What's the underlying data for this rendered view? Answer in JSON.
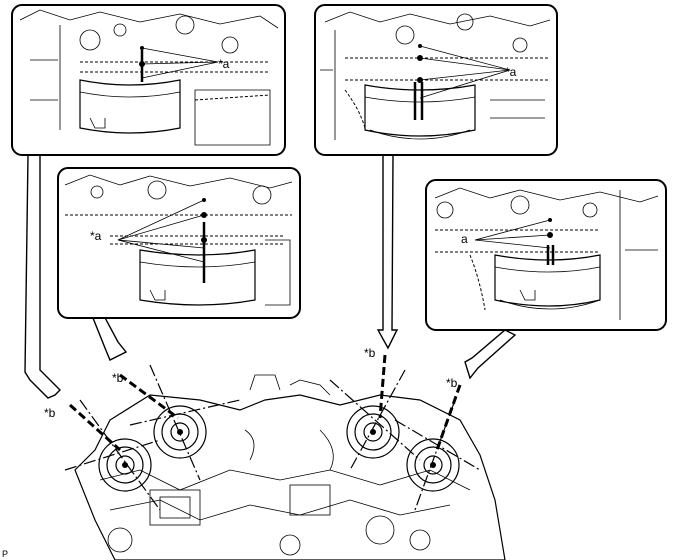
{
  "labels": {
    "mark_a": "*a",
    "mark_b": "*b",
    "mark_a_alt": "a",
    "corner_code": "P"
  }
}
